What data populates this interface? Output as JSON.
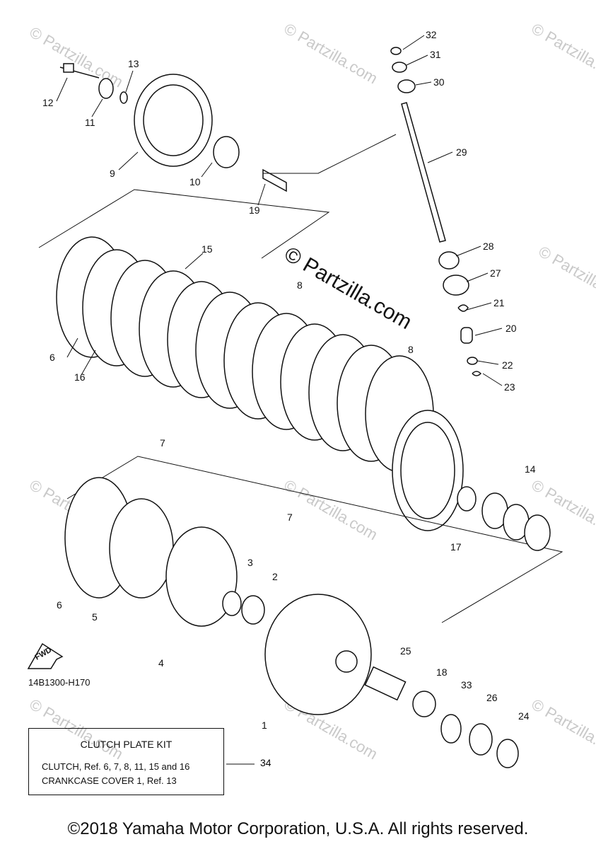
{
  "watermark": {
    "site": "© Partzilla.com",
    "center": "© Partzilla.com"
  },
  "callouts": [
    "32",
    "31",
    "30",
    "29",
    "13",
    "12",
    "11",
    "9",
    "10",
    "19",
    "15",
    "28",
    "27",
    "21",
    "20",
    "8",
    "22",
    "23",
    "6",
    "16",
    "8",
    "7",
    "14",
    "17",
    "7",
    "6",
    "3",
    "2",
    "5",
    "4",
    "25",
    "18",
    "33",
    "26",
    "24",
    "1",
    "34"
  ],
  "diagram_code": "14B1300-H170",
  "fwd_label": "FWD",
  "kit": {
    "title": "CLUTCH PLATE KIT",
    "line1": "CLUTCH, Ref.  6, 7, 8, 11, 15 and 16",
    "line2": "CRANKCASE COVER 1, Ref. 13",
    "ref": "34"
  },
  "copyright": "©2018 Yamaha Motor Corporation, U.S.A. All rights reserved."
}
